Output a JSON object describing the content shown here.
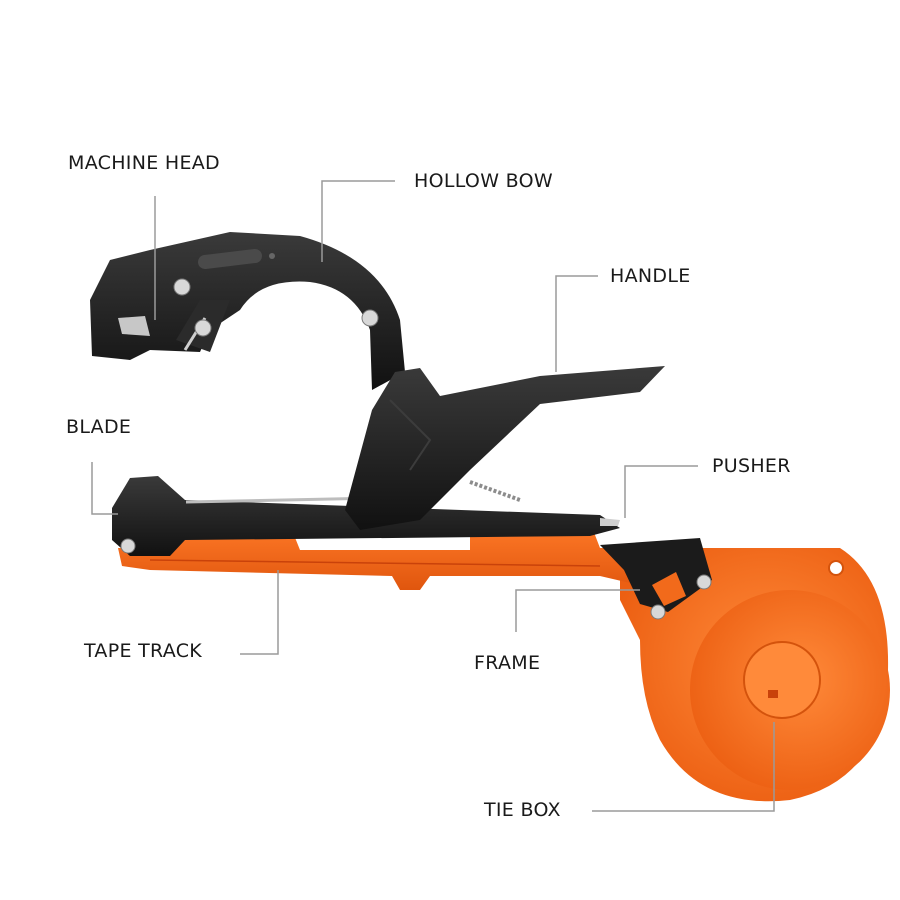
{
  "diagram": {
    "labels": {
      "machine_head": "MACHINE HEAD",
      "hollow_bow": "HOLLOW BOW",
      "handle": "HANDLE",
      "blade": "BLADE",
      "pusher": "PUSHER",
      "tape_track": "TAPE TRACK",
      "frame": "FRAME",
      "tie_box": "TIE BOX"
    },
    "colors": {
      "body_orange": "#f26a1b",
      "body_orange_dark": "#d4530c",
      "metal_black": "#1b1b1b",
      "leader_line": "#9a9a9a",
      "label_text": "#1a1a1a"
    }
  }
}
